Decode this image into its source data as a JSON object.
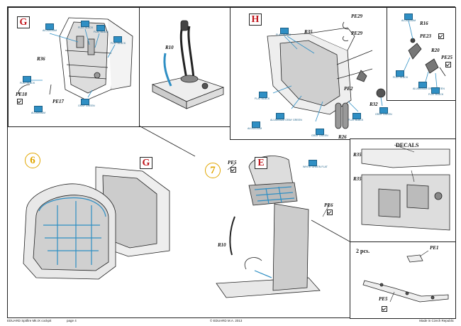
{
  "sections": {
    "g_top": {
      "tag": "G",
      "parts": [
        "R36",
        "PE18",
        "PE17"
      ],
      "labels": [
        "ALUMINIUM",
        "FLAT BLACK",
        "FLAT BLACK",
        "FLAT BLACK",
        "FLAT BLACK",
        "ALUMINIUM",
        "GRAY GREEN"
      ]
    },
    "center_top": {
      "parts": [
        "R10"
      ]
    },
    "h": {
      "tag": "H",
      "parts": [
        "PE29",
        "PE29",
        "R35",
        "PE2",
        "R32",
        "R26"
      ],
      "labels": [
        "FLAT BLACK",
        "FLAT BLACK",
        "ALUMINIUM GRAY GREEN",
        "GRAY GREEN",
        "FLAT BLACK",
        "GRAY GREEN",
        "ALUMINIUM"
      ]
    },
    "inset": {
      "parts": [
        "R16",
        "PE23",
        "R20",
        "PE25"
      ],
      "labels": [
        "ALUMINIUM",
        "FLAT BLACK",
        "ALUMINIUM GRAY GREEN",
        "FLAT BLACK"
      ]
    },
    "step6": {
      "number": "6",
      "tag": "G"
    },
    "step7": {
      "number": "7",
      "tag": "E",
      "parts": [
        "PE5",
        "R10",
        "PE6"
      ],
      "labels": [
        "WHITE GREEN FLAT"
      ]
    },
    "decals": {
      "title": "DECALS",
      "parts": [
        "R35",
        "R35"
      ]
    },
    "pcs": {
      "title": "2 pcs.",
      "parts": [
        "PE1",
        "PE5"
      ]
    }
  },
  "footer": {
    "left": "EDUARD Spitfire Mk.IX cockpit",
    "page": "page 4",
    "center": "© EDUARD M.A. 2013",
    "right": "Made in Czech Republic"
  }
}
